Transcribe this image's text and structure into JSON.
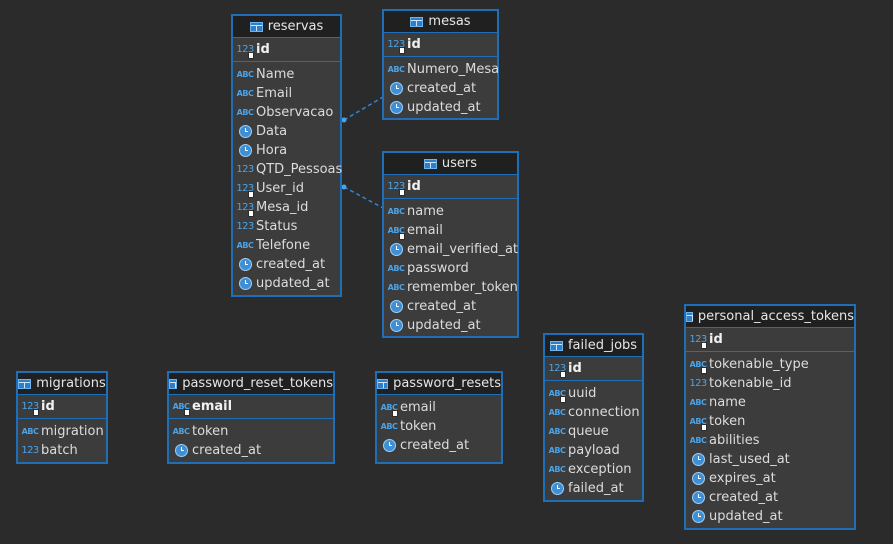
{
  "diagram": {
    "tables": [
      {
        "name": "reservas",
        "pk": [
          {
            "name": "id",
            "type": "num",
            "key": true
          }
        ],
        "columns": [
          {
            "name": "Name",
            "type": "txt"
          },
          {
            "name": "Email",
            "type": "txt"
          },
          {
            "name": "Observacao",
            "type": "txt"
          },
          {
            "name": "Data",
            "type": "clock"
          },
          {
            "name": "Hora",
            "type": "clock"
          },
          {
            "name": "QTD_Pessoas",
            "type": "num"
          },
          {
            "name": "User_id",
            "type": "num",
            "key": true
          },
          {
            "name": "Mesa_id",
            "type": "num",
            "key": true
          },
          {
            "name": "Status",
            "type": "num"
          },
          {
            "name": "Telefone",
            "type": "txt"
          },
          {
            "name": "created_at",
            "type": "clock"
          },
          {
            "name": "updated_at",
            "type": "clock"
          }
        ]
      },
      {
        "name": "mesas",
        "pk": [
          {
            "name": "id",
            "type": "num",
            "key": true
          }
        ],
        "columns": [
          {
            "name": "Numero_Mesa",
            "type": "txt"
          },
          {
            "name": "created_at",
            "type": "clock"
          },
          {
            "name": "updated_at",
            "type": "clock"
          }
        ]
      },
      {
        "name": "users",
        "pk": [
          {
            "name": "id",
            "type": "num",
            "key": true
          }
        ],
        "columns": [
          {
            "name": "name",
            "type": "txt"
          },
          {
            "name": "email",
            "type": "txt",
            "key": true
          },
          {
            "name": "email_verified_at",
            "type": "clock"
          },
          {
            "name": "password",
            "type": "txt"
          },
          {
            "name": "remember_token",
            "type": "txt"
          },
          {
            "name": "created_at",
            "type": "clock"
          },
          {
            "name": "updated_at",
            "type": "clock"
          }
        ]
      },
      {
        "name": "migrations",
        "pk": [
          {
            "name": "id",
            "type": "num",
            "key": true
          }
        ],
        "columns": [
          {
            "name": "migration",
            "type": "txt"
          },
          {
            "name": "batch",
            "type": "num"
          }
        ]
      },
      {
        "name": "password_reset_tokens",
        "pk": [
          {
            "name": "email",
            "type": "txt",
            "key": true
          }
        ],
        "columns": [
          {
            "name": "token",
            "type": "txt"
          },
          {
            "name": "created_at",
            "type": "clock"
          }
        ]
      },
      {
        "name": "password_resets",
        "pk": [],
        "columns": [
          {
            "name": "email",
            "type": "txt",
            "key": true
          },
          {
            "name": "token",
            "type": "txt"
          },
          {
            "name": "created_at",
            "type": "clock"
          }
        ]
      },
      {
        "name": "failed_jobs",
        "pk": [
          {
            "name": "id",
            "type": "num",
            "key": true
          }
        ],
        "columns": [
          {
            "name": "uuid",
            "type": "txt",
            "key": true
          },
          {
            "name": "connection",
            "type": "txt"
          },
          {
            "name": "queue",
            "type": "txt"
          },
          {
            "name": "payload",
            "type": "txt"
          },
          {
            "name": "exception",
            "type": "txt"
          },
          {
            "name": "failed_at",
            "type": "clock"
          }
        ]
      },
      {
        "name": "personal_access_tokens",
        "pk": [
          {
            "name": "id",
            "type": "num",
            "key": true
          }
        ],
        "columns": [
          {
            "name": "tokenable_type",
            "type": "txt",
            "key": true
          },
          {
            "name": "tokenable_id",
            "type": "num"
          },
          {
            "name": "name",
            "type": "txt"
          },
          {
            "name": "token",
            "type": "txt",
            "key": true
          },
          {
            "name": "abilities",
            "type": "txt"
          },
          {
            "name": "last_used_at",
            "type": "clock"
          },
          {
            "name": "expires_at",
            "type": "clock"
          },
          {
            "name": "created_at",
            "type": "clock"
          },
          {
            "name": "updated_at",
            "type": "clock"
          }
        ]
      }
    ],
    "type_glyphs": {
      "txt": "ABC",
      "num": "123",
      "clock": "clock-icon"
    },
    "colors": {
      "background": "#2b2b2b",
      "border": "#1f6fb8",
      "header": "#202020",
      "body": "#3c3c3c",
      "accent": "#4aa3e8"
    }
  }
}
